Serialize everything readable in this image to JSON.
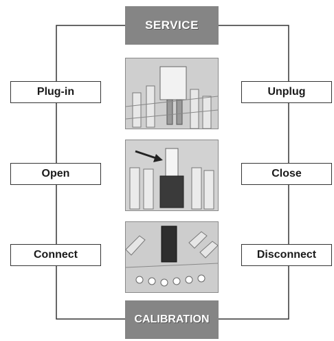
{
  "diagram": {
    "top_label": "SERVICE",
    "bottom_label": "CALIBRATION",
    "left_steps": [
      "Plug-in",
      "Open",
      "Connect"
    ],
    "right_steps": [
      "Unplug",
      "Close",
      "Disconnect"
    ],
    "photos": [
      "plug-photo",
      "valve-photo",
      "connector-photo"
    ],
    "colors": {
      "header_fill": "#858585",
      "line": "#333333"
    }
  }
}
